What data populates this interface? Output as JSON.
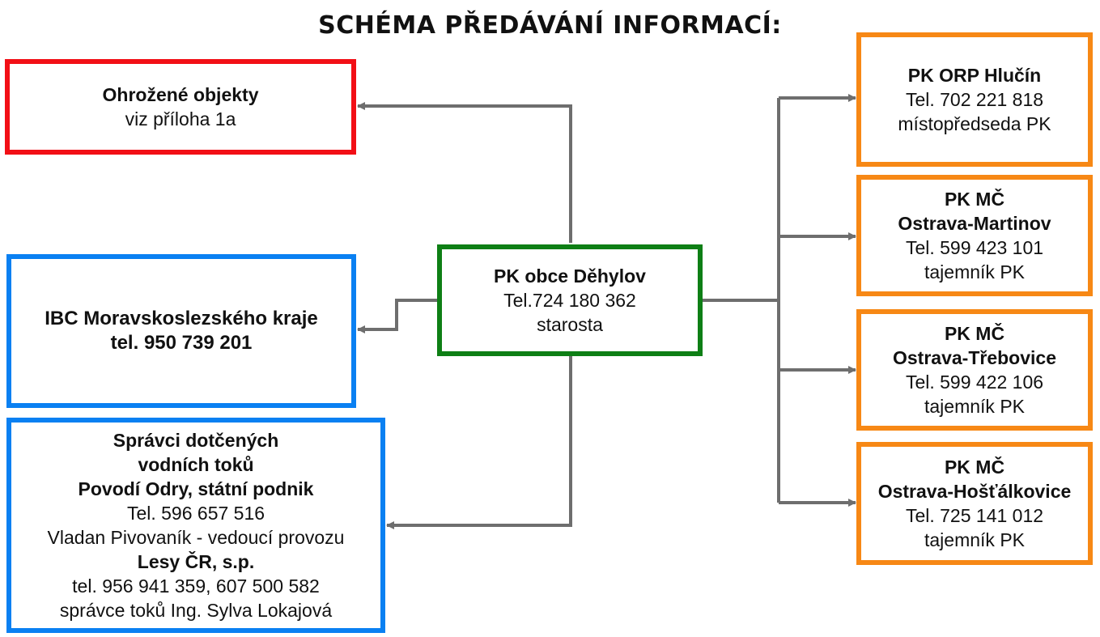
{
  "title": "SCHÉMA PŘEDÁVÁNÍ INFORMACÍ:",
  "colors": {
    "red": "#f20f16",
    "blue": "#0a80f2",
    "green": "#0e7f15",
    "orange": "#f78815",
    "connector": "#6e6e6e"
  },
  "center": {
    "name": "PK obce Děhylov",
    "phone": "Tel.724 180 362",
    "role": "starosta"
  },
  "threatened": {
    "name": "Ohrožené objekty",
    "note": "viz příloha 1a"
  },
  "ibc": {
    "name": "IBC Moravskoslezského kraje",
    "phone": "tel. 950 739 201"
  },
  "managers": {
    "line1": "Správci dotčených",
    "line2": "vodních toků",
    "org1": "Povodí Odry, státní podnik",
    "org1_phone": "Tel. 596 657 516",
    "org1_contact": "Vladan Pivovaník - vedoucí provozu",
    "org2": "Lesy ČR, s.p.",
    "org2_phone": "tel. 956 941 359, 607 500 582",
    "org2_contact": "správce toků Ing. Sylva Lokajová"
  },
  "orp": {
    "name": "PK ORP Hlučín",
    "phone": "Tel.  702 221 818",
    "role": "místopředseda PK"
  },
  "martinov": {
    "name": "PK MČ",
    "district": "Ostrava-Martinov",
    "phone": "Tel. 599 423 101",
    "role": "tajemník PK"
  },
  "trebovice": {
    "name": "PK MČ",
    "district": "Ostrava-Třebovice",
    "phone": "Tel. 599 422 106",
    "role": "tajemník PK"
  },
  "hostalkovice": {
    "name": "PK MČ",
    "district": "Ostrava-Hošťálkovice",
    "phone": "Tel. 725 141 012",
    "role": "tajemník PK"
  }
}
